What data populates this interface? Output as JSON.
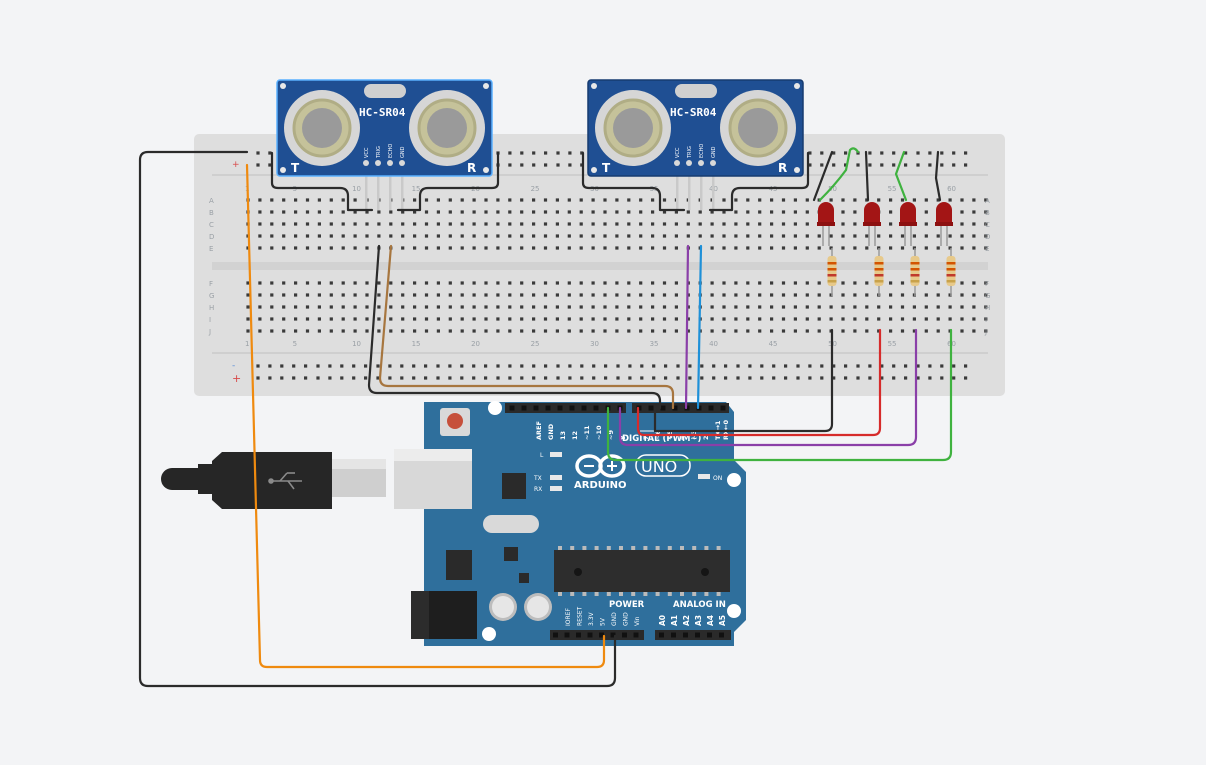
{
  "sensors": [
    {
      "model": "HC-SR04",
      "t_label": "T",
      "r_label": "R",
      "pins": [
        "VCC",
        "TRIG",
        "ECHO",
        "GND"
      ]
    },
    {
      "model": "HC-SR04",
      "t_label": "T",
      "r_label": "R",
      "pins": [
        "VCC",
        "TRIG",
        "ECHO",
        "GND"
      ]
    }
  ],
  "breadboard": {
    "column_numbers": [
      "1",
      "5",
      "10",
      "15",
      "20",
      "25",
      "30",
      "35",
      "40",
      "45",
      "50",
      "55",
      "60"
    ],
    "rows_top": [
      "A",
      "B",
      "C",
      "D",
      "E"
    ],
    "rows_bottom": [
      "F",
      "G",
      "H",
      "I",
      "J"
    ],
    "rail_plus": "+",
    "rail_minus": "-"
  },
  "arduino": {
    "brand": "ARDUINO",
    "model": "UNO",
    "digital_header_label": "DIGITAL (PWM~)",
    "power_label": "POWER",
    "analog_label": "ANALOG IN",
    "on_label": "ON",
    "l_label": "L",
    "tx_label": "TX",
    "rx_label": "RX",
    "digital_pins": [
      "AREF",
      "GND",
      "13",
      "12",
      "~11",
      "~10",
      "~9",
      "8",
      "7",
      "~6",
      "~5",
      "4",
      "~3",
      "2",
      "TX→1",
      "RX←0"
    ],
    "power_pins": [
      "IOREF",
      "RESET",
      "3.3V",
      "5V",
      "GND",
      "GND",
      "Vin"
    ],
    "analog_pins": [
      "A0",
      "A1",
      "A2",
      "A3",
      "A4",
      "A5"
    ]
  },
  "leds": [
    {
      "color": "#a31515"
    },
    {
      "color": "#a31515"
    },
    {
      "color": "#a31515"
    },
    {
      "color": "#a31515"
    }
  ],
  "wire_colors": {
    "black": "#2b2b2b",
    "orange": "#ef8a0f",
    "brown": "#a7763f",
    "purple": "#8a3fa8",
    "blue": "#1e90d8",
    "red": "#d62b2b",
    "green": "#3fb23f"
  }
}
